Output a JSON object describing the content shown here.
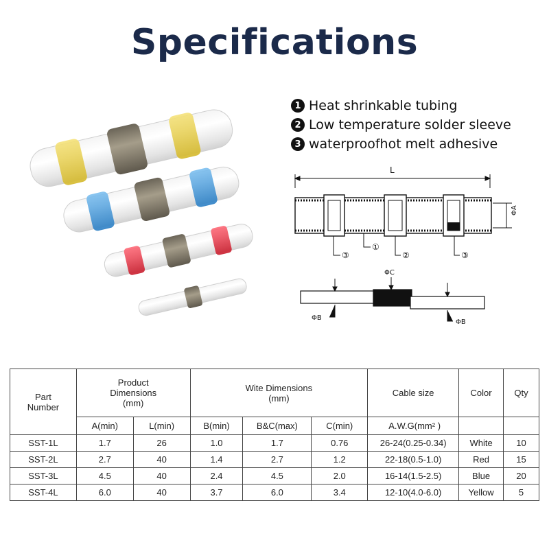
{
  "title": "Specifications",
  "legend": [
    {
      "num": "1",
      "text": "Heat shrinkable tubing"
    },
    {
      "num": "2",
      "text": "Low temperature solder sleeve"
    },
    {
      "num": "3",
      "text": "waterproofhot melt adhesive"
    }
  ],
  "diagram": {
    "label_l": "L",
    "label_a": "ΦA",
    "label_c": "ΦC",
    "label_b_left": "ΦB",
    "label_b_right": "ΦB",
    "callouts": [
      "③",
      "①",
      "②",
      "③"
    ]
  },
  "table": {
    "headers": {
      "part_number": [
        "Part",
        "Number"
      ],
      "product_dimensions": [
        "Product",
        "Dimensions",
        "(mm)"
      ],
      "wire_dimensions": [
        "Wite Dimensions",
        "(mm)"
      ],
      "cable_size": "Cable size",
      "color": "Color",
      "qty": "Qty"
    },
    "subheaders": [
      "A(min)",
      "L(min)",
      "B(min)",
      "B&C(max)",
      "C(min)",
      "A.W.G(mm² )"
    ],
    "rows": [
      [
        "SST-1L",
        "1.7",
        "26",
        "1.0",
        "1.7",
        "0.76",
        "26-24(0.25-0.34)",
        "White",
        "10"
      ],
      [
        "SST-2L",
        "2.7",
        "40",
        "1.4",
        "2.7",
        "1.2",
        "22-18(0.5-1.0)",
        "Red",
        "15"
      ],
      [
        "SST-3L",
        "4.5",
        "40",
        "2.4",
        "4.5",
        "2.0",
        "16-14(1.5-2.5)",
        "Blue",
        "20"
      ],
      [
        "SST-4L",
        "6.0",
        "40",
        "3.7",
        "6.0",
        "3.4",
        "12-10(4.0-6.0)",
        "Yellow",
        "5"
      ]
    ]
  },
  "colors": {
    "title": "#1b2a4a",
    "yellow_band": "#e8cf3c",
    "blue_band": "#3a8fd6",
    "red_band": "#e0283a",
    "solder": "#8a8170"
  }
}
